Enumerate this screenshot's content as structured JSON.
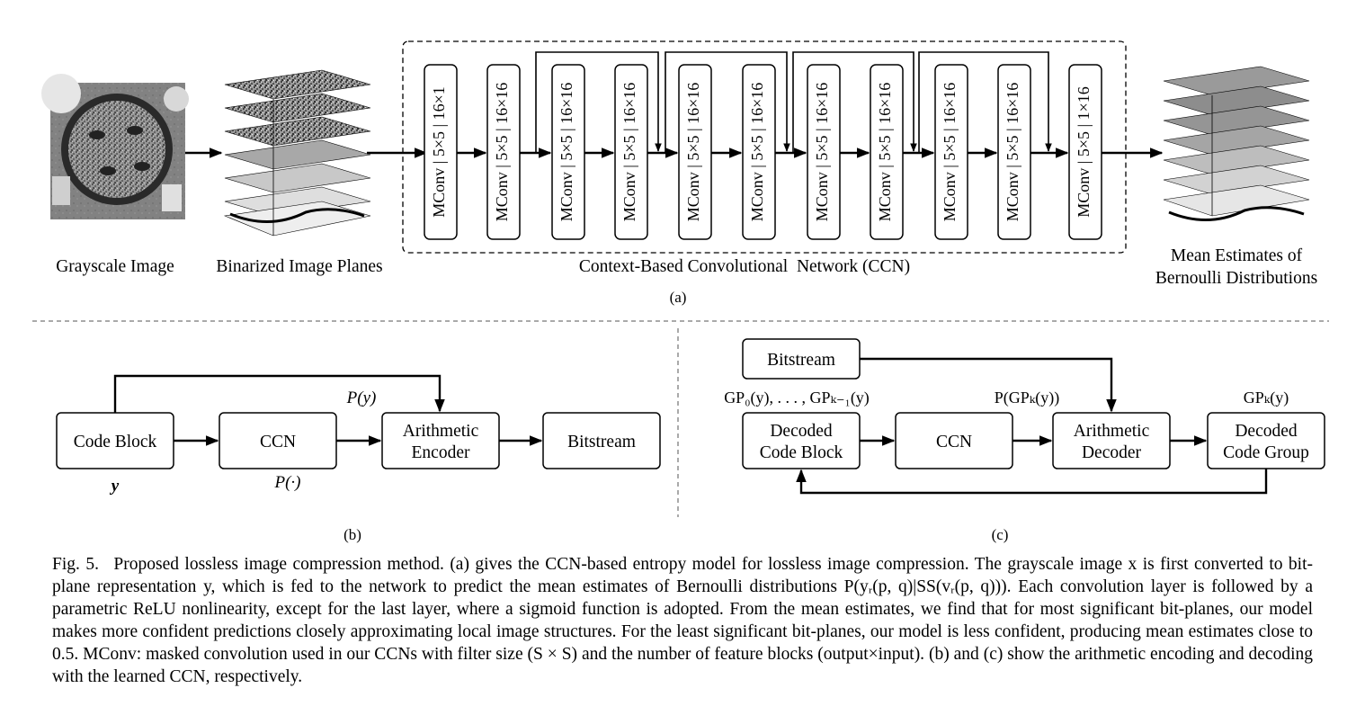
{
  "part_a": {
    "input_label": "Grayscale Image",
    "planes_label": "Binarized Image Planes",
    "network_label": "Context-Based Convolutional  Network (CCN)",
    "output_label_line1": "Mean Estimates of",
    "output_label_line2": "Bernoulli Distributions",
    "sublabel": "(a)",
    "layers": [
      "MConv | 5×5 | 16×1",
      "MConv | 5×5 | 16×16",
      "MConv | 5×5 | 16×16",
      "MConv | 5×5 | 16×16",
      "MConv | 5×5 | 16×16",
      "MConv | 5×5 | 16×16",
      "MConv | 5×5 | 16×16",
      "MConv | 5×5 | 16×16",
      "MConv | 5×5 | 16×16",
      "MConv | 5×5 | 16×16",
      "MConv | 5×5 | 1×16"
    ]
  },
  "part_b": {
    "code_block": "Code Block",
    "code_block_var": "y",
    "ccn": "CCN",
    "ccn_prob": "P(·)",
    "prob_label": "P(y)",
    "encoder_line1": "Arithmetic",
    "encoder_line2": "Encoder",
    "bitstream": "Bitstream",
    "sublabel": "(b)"
  },
  "part_c": {
    "bitstream": "Bitstream",
    "prev_groups": "GP₀(y), . . . , GPₖ₋₁(y)",
    "prob_label": "P(GPₖ(y))",
    "group_label": "GPₖ(y)",
    "decoded_block_line1": "Decoded",
    "decoded_block_line2": "Code Block",
    "ccn": "CCN",
    "decoder_line1": "Arithmetic",
    "decoder_line2": "Decoder",
    "decoded_group_line1": "Decoded",
    "decoded_group_line2": "Code Group",
    "sublabel": "(c)"
  },
  "caption": {
    "label": "Fig. 5.",
    "text": "Proposed lossless image compression method. (a) gives the CCN-based entropy model for lossless image compression. The grayscale image x is first converted to bit-plane representation y, which is fed to the network to predict the mean estimates of Bernoulli distributions P(yᵣ(p, q)|SS(vᵣ(p, q))). Each convolution layer is followed by a parametric ReLU nonlinearity, except for the last layer, where a sigmoid function is adopted. From the mean estimates, we find that for most significant bit-planes, our model makes more confident predictions closely approximating local image structures. For the least significant bit-planes, our model is less confident, producing mean estimates close to 0.5. MConv: masked convolution used in our CCNs with filter size (S × S) and the number of feature blocks (output×input). (b) and (c) show the arithmetic encoding and decoding with the learned CCN, respectively."
  }
}
